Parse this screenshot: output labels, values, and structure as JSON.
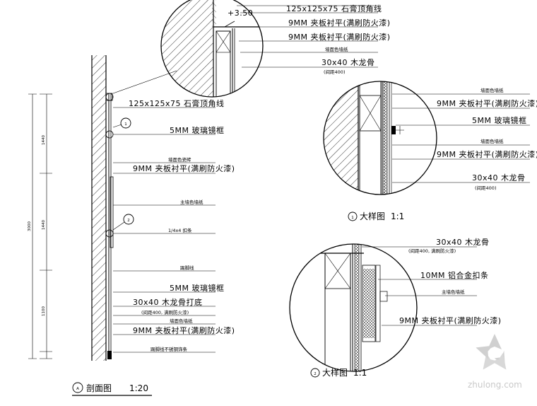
{
  "drawing": {
    "title": "剖面图",
    "title_scale": "1:20",
    "title_marker": "A",
    "detail1_marker": "1",
    "detail2_marker": "2"
  },
  "section_labels": [
    "125x125x75 石膏顶角线",
    "5MM 玻璃镜框",
    "墙面色瓷砖",
    "9MM 夹板衬平(满刷防火漆)",
    "主墙色墙纸",
    "1/4x4 扣条",
    "踢脚线",
    "5MM 玻璃镜框",
    "30x40 木龙骨打底",
    "(间距400, 满刷防火漆)",
    "墙面色墙纸",
    "9MM 夹板衬平(满刷防火漆)",
    "踢脚线不锈钢饰条"
  ],
  "top_detail_labels": [
    "125x125x75 石膏顶角线",
    "9MM 夹板衬平(满刷防火漆)",
    "9MM 夹板衬平(满刷防火漆)",
    "墙面色墙纸",
    "30x40 木龙骨",
    "(间距400)"
  ],
  "top_level": "+3.50",
  "detail1": {
    "caption": "大样图",
    "scale": "1:1",
    "labels": [
      "墙面色墙纸",
      "9MM 夹板衬平(满刷防火漆)",
      "5MM 玻璃镜框",
      "墙面色墙纸",
      "9MM 夹板衬平(满刷防火漆)",
      "30x40 木龙骨",
      "(间距400)"
    ]
  },
  "detail2": {
    "caption": "大样图",
    "scale": "1:1",
    "labels": [
      "30x40 木龙骨",
      "(间距400, 满刷防火漆)",
      "10MM 铝合金扣条",
      "主墙色墙纸",
      "9MM 夹板衬平(满刷防火漆)"
    ]
  },
  "dimensions": {
    "total": "3000",
    "segments": [
      "1440",
      "1440",
      "1100"
    ]
  },
  "watermark": "zhulong.com"
}
